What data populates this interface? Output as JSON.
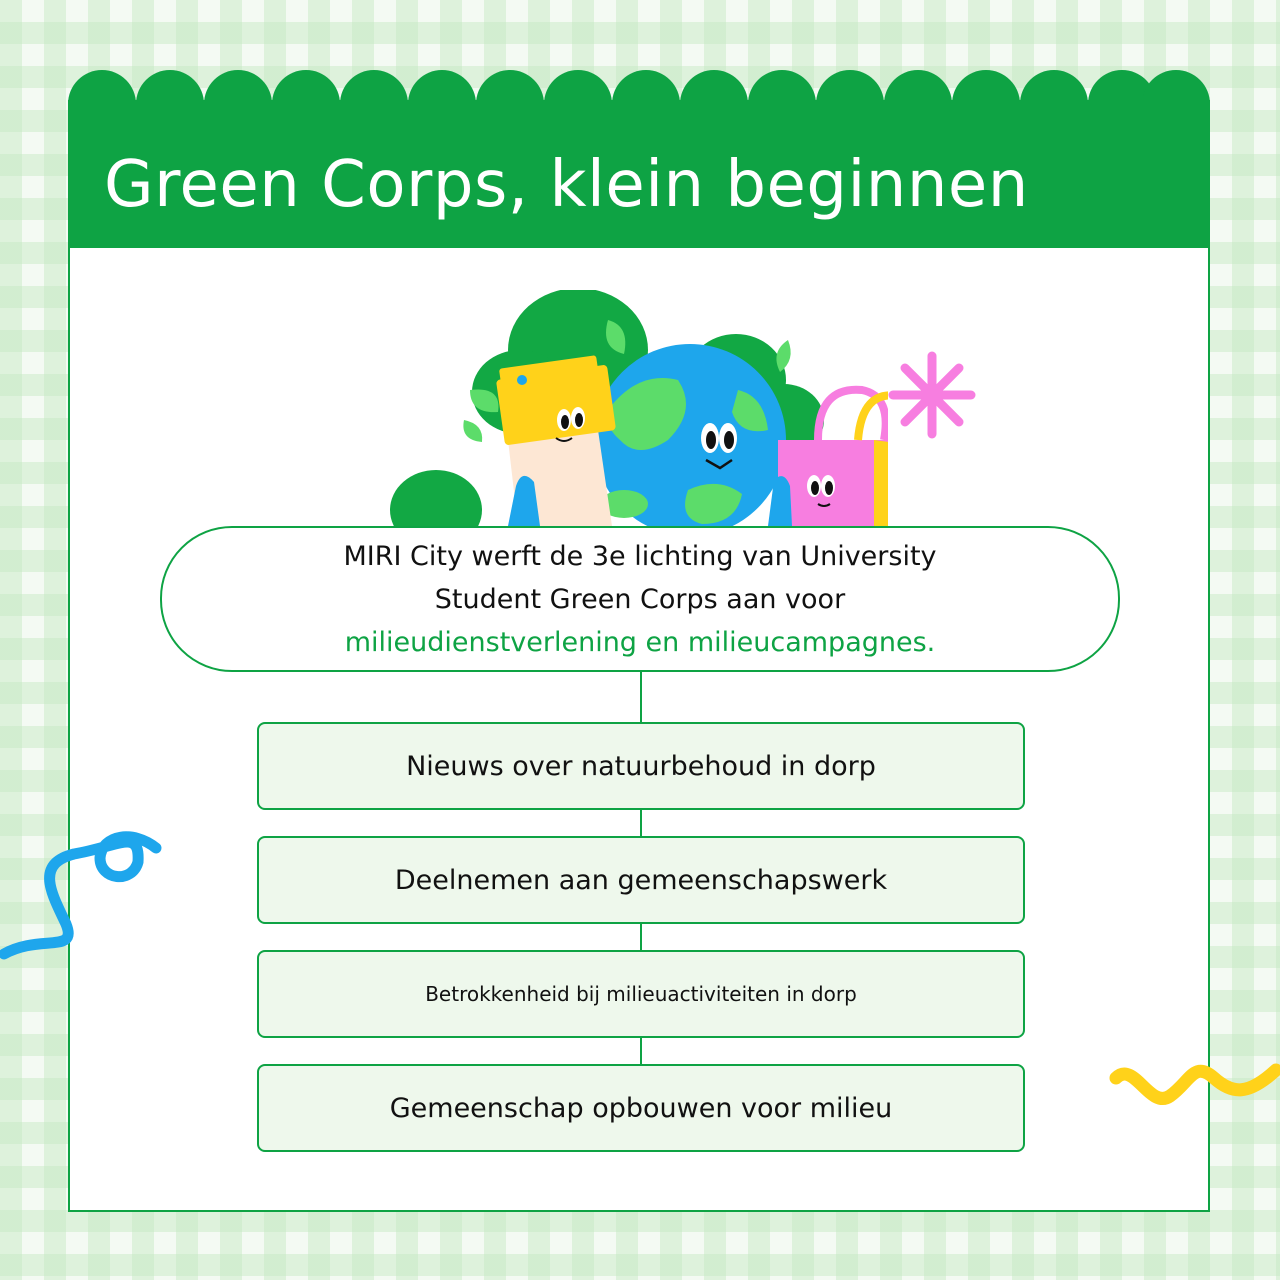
{
  "header": {
    "title": "Green Corps, klein beginnen"
  },
  "intro": {
    "line1": "MIRI City werft de 3e lichting van University",
    "line2": "Student Green Corps aan voor",
    "highlight": "milieudienstverlening en milieucampagnes."
  },
  "steps": [
    {
      "label": "Nieuws over natuurbehoud in dorp"
    },
    {
      "label": "Deelnemen aan gemeenschapswerk"
    },
    {
      "label": "Betrokkenheid bij milieuactiviteiten in dorp"
    },
    {
      "label": "Gemeenschap opbouwen voor milieu"
    }
  ],
  "colors": {
    "brand_green": "#0ea344",
    "step_fill": "#eef8ec",
    "accent_blue": "#1ea6ec",
    "accent_yellow": "#ffd21a",
    "accent_pink": "#f77ee0"
  }
}
